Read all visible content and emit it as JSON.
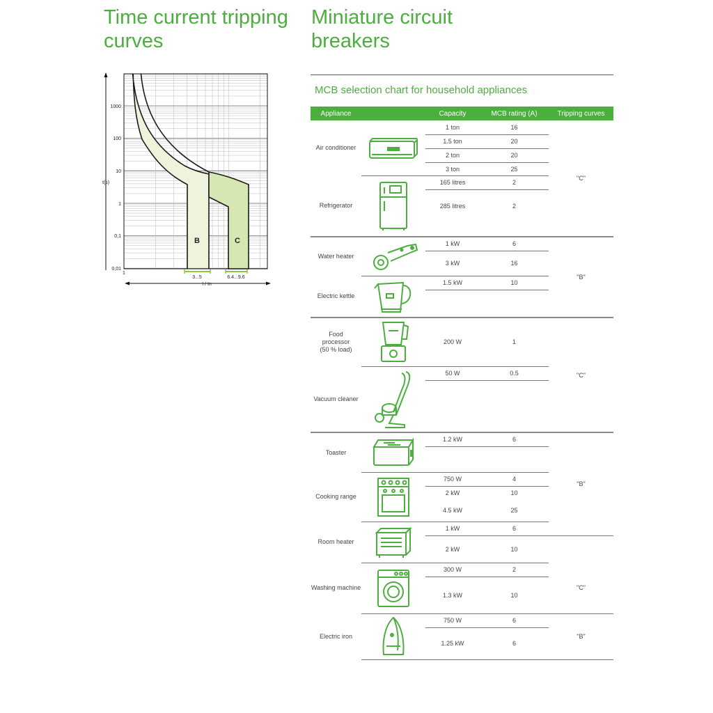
{
  "headings": {
    "left": "Time current tripping curves",
    "right": "Miniature circuit breakers"
  },
  "graph": {
    "y_axis_label": "t(s)",
    "x_axis_label": "I / In",
    "y_ticks": [
      "1000",
      "100",
      "10",
      "1",
      "0,1",
      "0,01"
    ],
    "x_start": "1",
    "curve_b_label": "B",
    "curve_c_label": "C",
    "b_range": "3...5",
    "c_range": "6.4...9.6",
    "colors": {
      "b_fill": "#eef4dc",
      "c_fill": "#d7e7b3",
      "curve": "#1a1a1a",
      "range_bar": "#8dc63f"
    }
  },
  "table": {
    "title": "MCB selection chart for household appliances",
    "headers": {
      "appliance": "Appliance",
      "capacity": "Capacity",
      "rating": "MCB rating (A)",
      "curves": "Tripping curves"
    },
    "appliances": [
      {
        "name": "Air conditioner",
        "icon": "air-conditioner-icon",
        "rows": [
          {
            "capacity": "1 ton",
            "rating": "16"
          },
          {
            "capacity": "1.5 ton",
            "rating": "20"
          },
          {
            "capacity": "2 ton",
            "rating": "20"
          },
          {
            "capacity": "3 ton",
            "rating": "25"
          }
        ]
      },
      {
        "name": "Refrigerator",
        "icon": "refrigerator-icon",
        "rows": [
          {
            "capacity": "165 litres",
            "rating": "2"
          },
          {
            "capacity": "285 litres",
            "rating": "2"
          }
        ]
      },
      {
        "name": "Water heater",
        "icon": "water-heater-icon",
        "rows": [
          {
            "capacity": "1 kW",
            "rating": "6"
          },
          {
            "capacity": "3 kW",
            "rating": "16"
          }
        ]
      },
      {
        "name": "Electric kettle",
        "icon": "electric-kettle-icon",
        "rows": [
          {
            "capacity": "1.5 kW",
            "rating": "10"
          }
        ]
      },
      {
        "name": "Food processor (50 % load)",
        "icon": "food-processor-icon",
        "rows": [
          {
            "capacity": "200 W",
            "rating": "1"
          }
        ]
      },
      {
        "name": "Vacuum cleaner",
        "icon": "vacuum-cleaner-icon",
        "rows": [
          {
            "capacity": "50 W",
            "rating": "0.5"
          }
        ]
      },
      {
        "name": "Toaster",
        "icon": "toaster-icon",
        "rows": [
          {
            "capacity": "1.2 kW",
            "rating": "6"
          }
        ]
      },
      {
        "name": "Cooking range",
        "icon": "cooking-range-icon",
        "rows": [
          {
            "capacity": "750 W",
            "rating": "4"
          },
          {
            "capacity": "2 kW",
            "rating": "10"
          },
          {
            "capacity": "4.5 kW",
            "rating": "25"
          }
        ]
      },
      {
        "name": "Room heater",
        "icon": "room-heater-icon",
        "rows": [
          {
            "capacity": "1 kW",
            "rating": "6"
          },
          {
            "capacity": "2 kW",
            "rating": "10"
          }
        ]
      },
      {
        "name": "Washing machine",
        "icon": "washing-machine-icon",
        "rows": [
          {
            "capacity": "300 W",
            "rating": "2"
          },
          {
            "capacity": "1.3 kW",
            "rating": "10"
          }
        ]
      },
      {
        "name": "Electric iron",
        "icon": "electric-iron-icon",
        "rows": [
          {
            "capacity": "750 W",
            "rating": "6"
          },
          {
            "capacity": "1.25 kW",
            "rating": "6"
          }
        ]
      }
    ],
    "curve_groups": [
      "\"C\"",
      "\"B\"",
      "\"C\"",
      "\"B\"",
      "\"C\"",
      "\"B\""
    ],
    "colors": {
      "accent": "#4cae3e",
      "header_text": "#ffffff"
    }
  }
}
